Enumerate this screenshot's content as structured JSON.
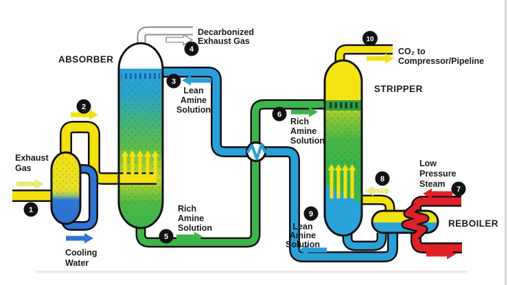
{
  "equipment": {
    "absorber": "ABSORBER",
    "stripper": "STRIPPER",
    "reboiler": "REBOILER"
  },
  "streams": {
    "s1": {
      "num": "1",
      "label_lines": [
        "Exhaust",
        "Gas"
      ]
    },
    "s2": {
      "num": "2"
    },
    "s3": {
      "num": "3",
      "label_lines": [
        "Lean",
        "Amine",
        "Solution"
      ]
    },
    "s4": {
      "num": "4",
      "label_lines": [
        "Decarbonized",
        "Exhaust Gas"
      ]
    },
    "s5": {
      "num": "5",
      "label_lines": [
        "Rich",
        "Amine",
        "Solution"
      ]
    },
    "s6": {
      "num": "6",
      "label_lines": [
        "Rich",
        "Amine",
        "Solution"
      ]
    },
    "s7": {
      "num": "7",
      "label_lines": [
        "Low",
        "Pressure",
        "Steam"
      ]
    },
    "s8": {
      "num": "8"
    },
    "s9": {
      "num": "9",
      "label_lines": [
        "Lean",
        "Amine",
        "Solution"
      ]
    },
    "s10": {
      "num": "10",
      "label_lines": [
        "CO₂ to",
        "Compressor/Pipeline"
      ]
    },
    "cooling_water": {
      "label_lines": [
        "Cooling",
        "Water"
      ]
    }
  },
  "colors": {
    "pipe_yellow": "#f2e20e",
    "pale_yellow_arrow": "#e9ec74",
    "pipe_green": "#3cb54a",
    "amine_blue": "#2a9fd8",
    "cooling_blue": "#2e74d2",
    "steam_red": "#df2127",
    "badge_black": "#111111",
    "column_teal": "#2aa5d9",
    "column_yellow_green": "#c3da2a"
  }
}
